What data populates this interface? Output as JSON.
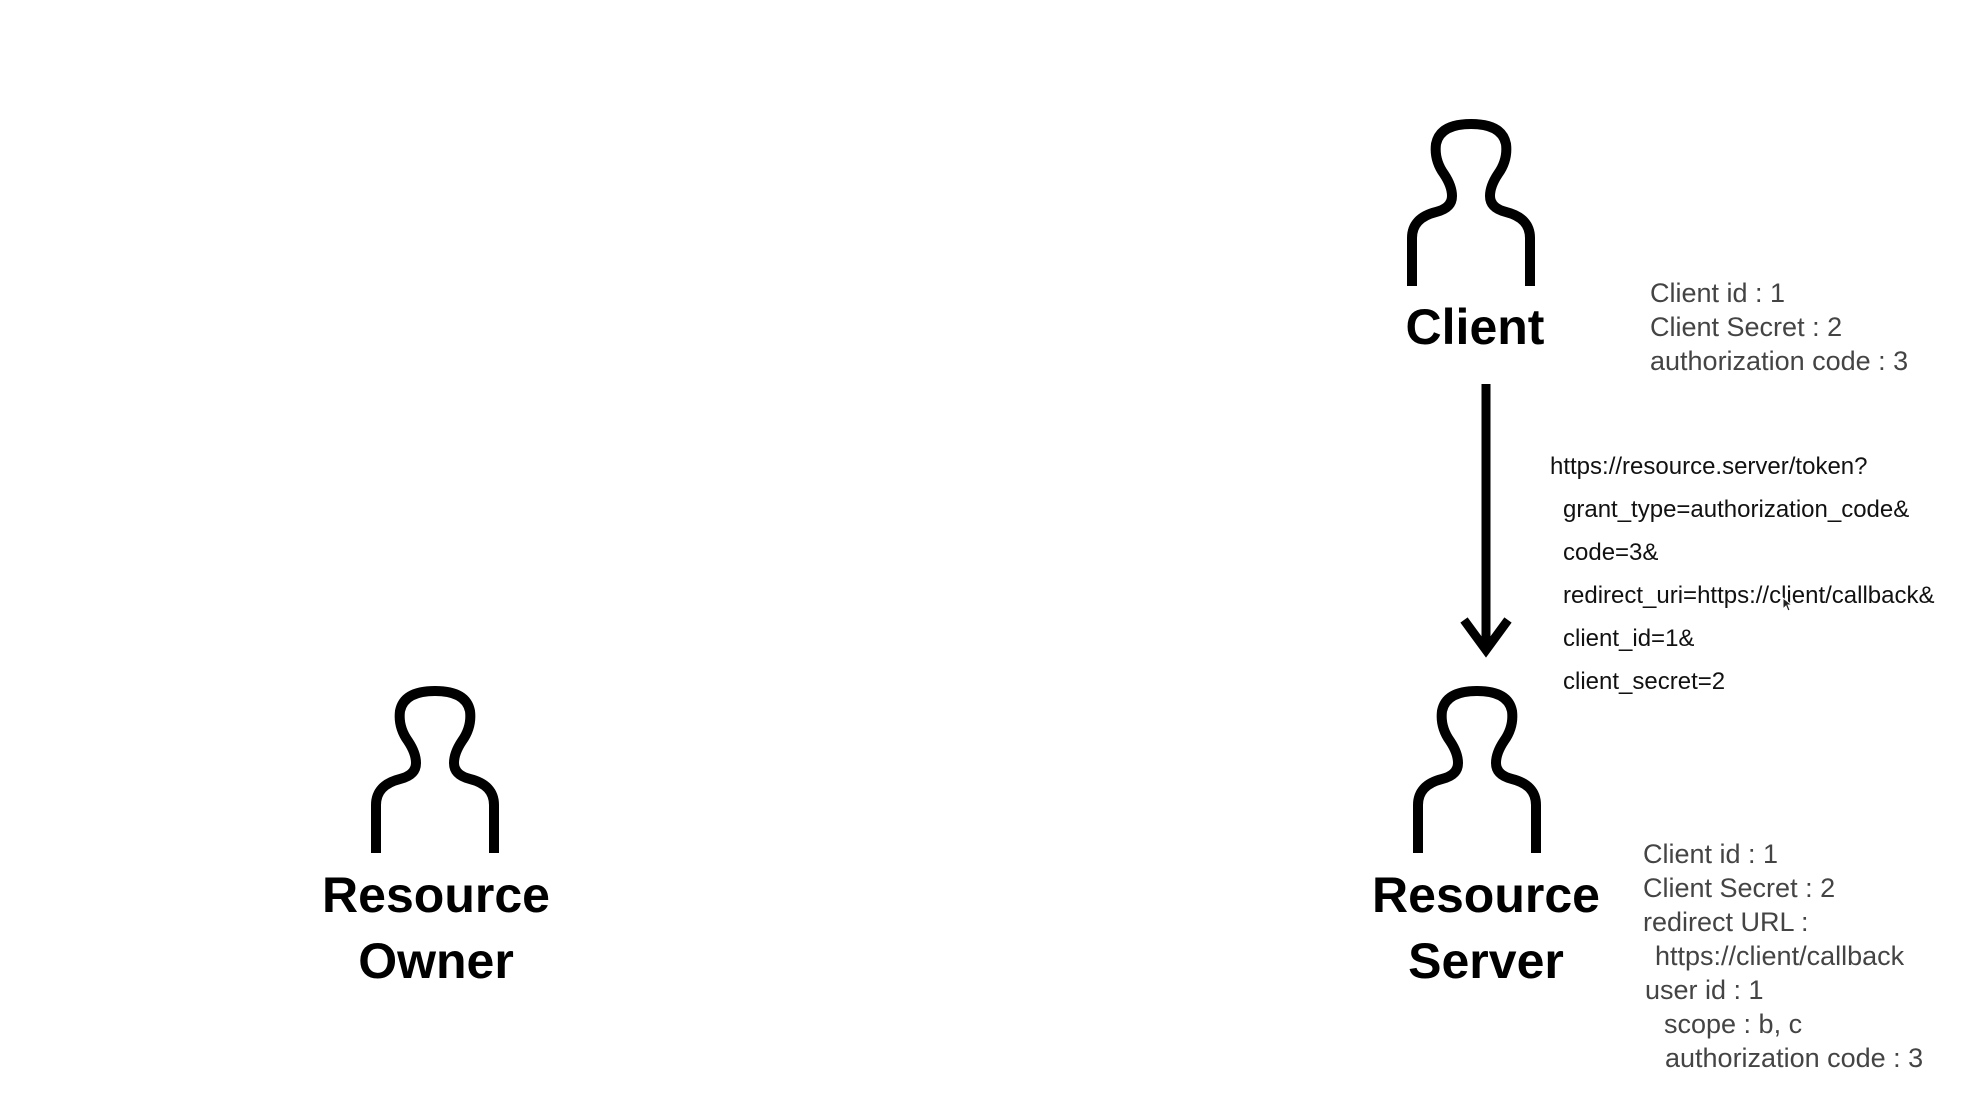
{
  "actors": {
    "client": {
      "label": "Client",
      "icon": "person-icon"
    },
    "resource_owner": {
      "label_line1": "Resource",
      "label_line2": "Owner",
      "icon": "person-icon"
    },
    "resource_server": {
      "label_line1": "Resource",
      "label_line2": "Server",
      "icon": "person-icon"
    }
  },
  "client_note": {
    "line1": "Client id : 1",
    "line2": "Client Secret : 2",
    "line3": "authorization code : 3"
  },
  "token_request": {
    "url": "https://resource.server/token?",
    "grant_type": "grant_type=authorization_code&",
    "code": "code=3&",
    "redirect_uri": "redirect_uri=https://client/callback&",
    "client_id": "client_id=1&",
    "client_secret": "client_secret=2"
  },
  "server_note": {
    "line1": "Client id : 1",
    "line2": "Client Secret : 2",
    "line3": "redirect URL :",
    "line4": "https://client/callback",
    "line5": "user id : 1",
    "line6": "scope : b, c",
    "line7": "authorization code : 3"
  },
  "colors": {
    "icon": "#000000",
    "note_text": "#444444",
    "request_text": "#111111",
    "background": "#ffffff"
  }
}
